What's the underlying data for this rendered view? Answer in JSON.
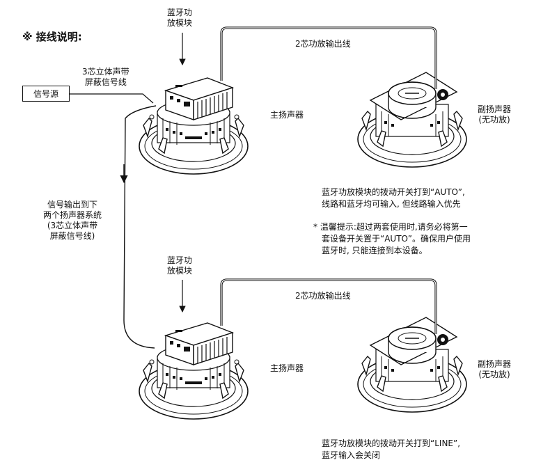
{
  "title": "※ 接线说明:",
  "signal_source": "信号源",
  "top": {
    "bt_module_line1": "蓝牙功",
    "bt_module_line2": "放模块",
    "cable_line1": "3芯立体声带",
    "cable_line2": "屏蔽信号线",
    "output_cable": "2芯功放输出线",
    "main_speaker": "主扬声器",
    "sub_speaker_line1": "副扬声器",
    "sub_speaker_line2": "(无功放)",
    "note_line1": "蓝牙功放模块的拨动开关打到“AUTO”,",
    "note_line2": "线路和蓝牙均可输入, 但线路输入优先",
    "tip_line1": "* 温馨提示:超过两套使用时,请务必将第一",
    "tip_line2": "套设备开关置于“AUTO”。确保用户使用",
    "tip_line3": "蓝牙时, 只能连接到本设备。"
  },
  "middle": {
    "out_line1": "信号输出到下",
    "out_line2": "两个扬声器系统",
    "out_line3": "(3芯立体声带",
    "out_line4": "屏蔽信号线)"
  },
  "bottom": {
    "bt_module_line1": "蓝牙功",
    "bt_module_line2": "放模块",
    "output_cable": "2芯功放输出线",
    "main_speaker": "主扬声器",
    "sub_speaker_line1": "副扬声器",
    "sub_speaker_line2": "(无功放)",
    "note_line1": "蓝牙功放模块的拨动开关打到“LINE”,",
    "note_line2": "蓝牙输入会关闭"
  }
}
